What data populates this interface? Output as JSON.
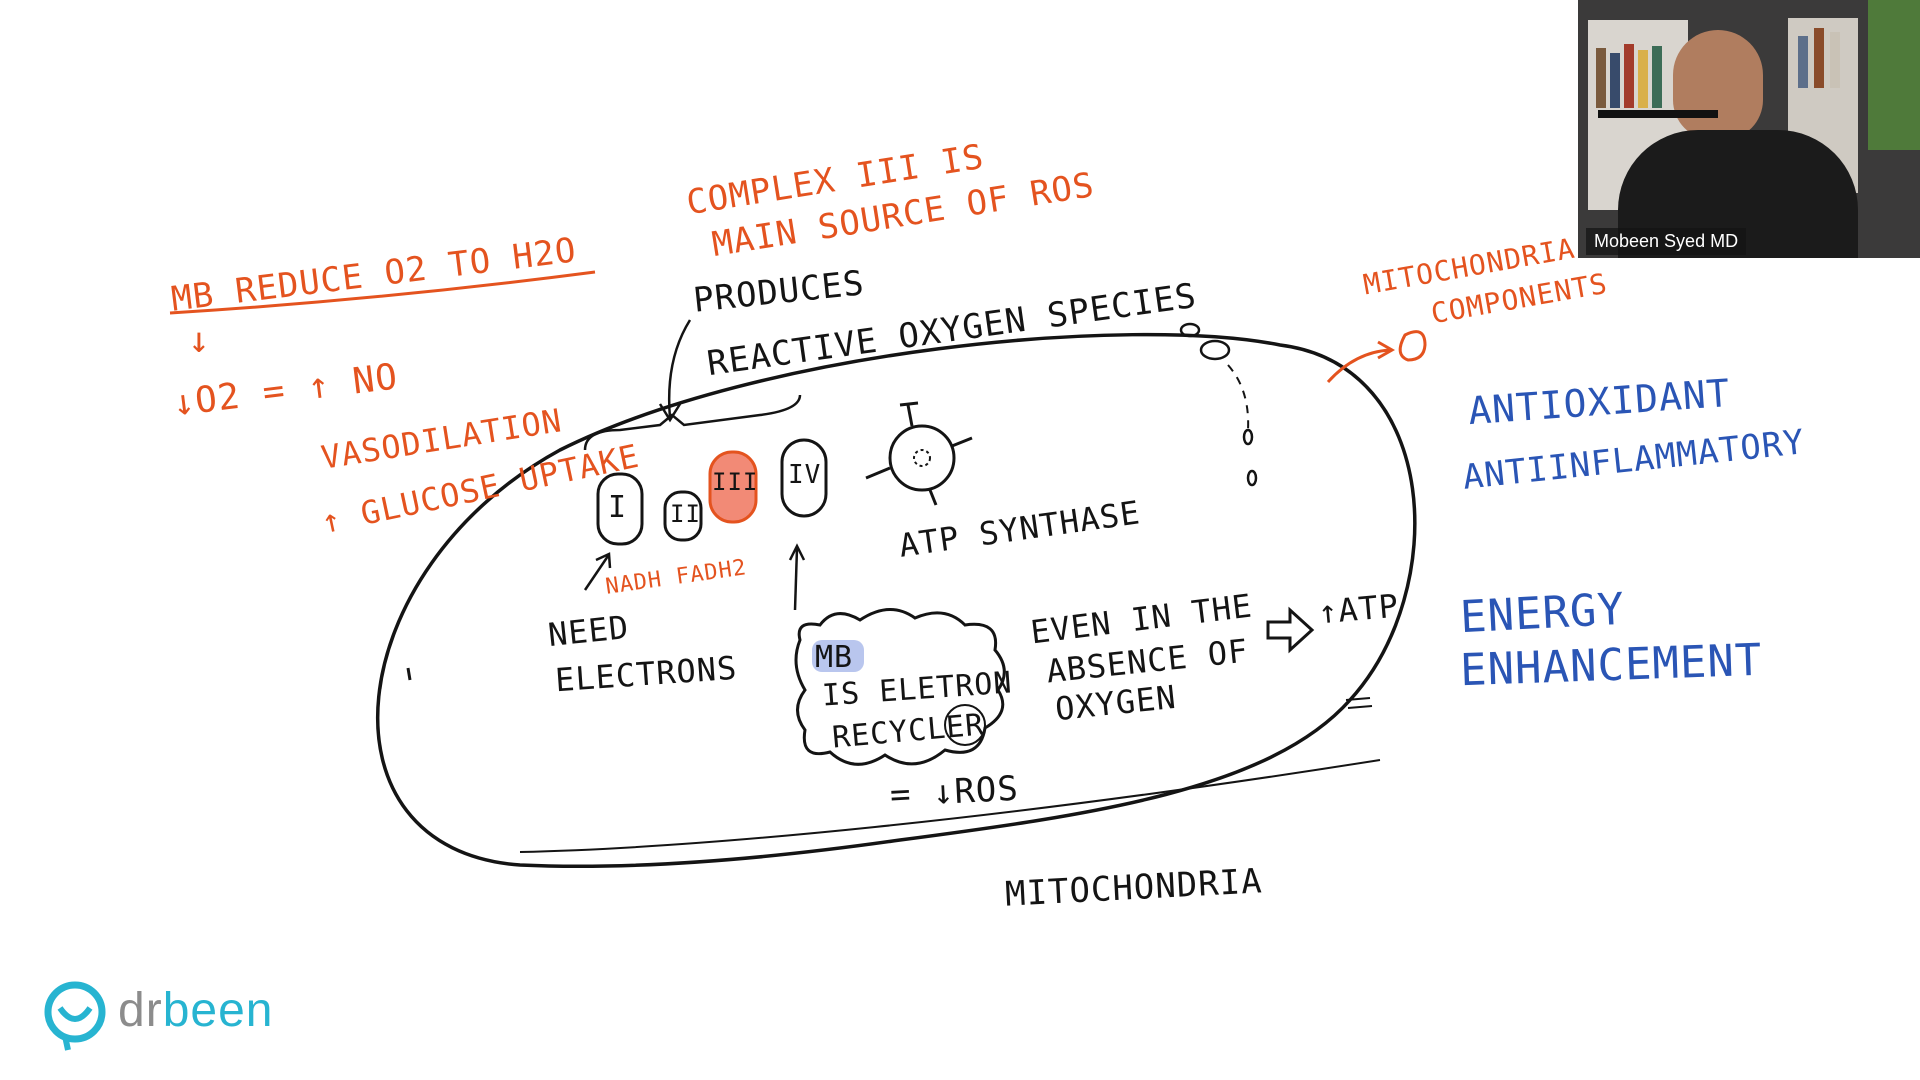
{
  "colors": {
    "orange": "#e4531f",
    "blue": "#2a55b5",
    "ink": "#141414",
    "complex3_fill": "#f28a76",
    "highlight": "#b9c6ee",
    "logo_teal": "#27b4d1",
    "logo_gray": "#8c8c8c"
  },
  "annotations": {
    "complex3_note": [
      "COMPLEX III is",
      "MAIN SOURCE OF ROS"
    ],
    "produces": [
      "PRODUCES",
      "REACTIVE OXYGEN SPECIES"
    ],
    "mb_reduce": "MB REDUCE O2 TO H2O",
    "down_arrow": "↓",
    "o2_no": "↓O2 = ↑ NO",
    "vasodilation": "VASODILATION",
    "glucose": "↑ GLUCOSE UPTAKE",
    "mito_components": [
      "MITOCHONDRIA",
      "COMPONENTS"
    ]
  },
  "diagram": {
    "complexes": [
      "I",
      "II",
      "III",
      "IV"
    ],
    "nadh": "NADH FADH2",
    "need_electrons": [
      "NEED",
      "ELECTRONS"
    ],
    "atp_synthase": "ATP SYNTHASE",
    "recycler": [
      "MB",
      "IS ELETRON",
      "RECYCLER"
    ],
    "absence": [
      "EVEN IN THE",
      "ABSENCE OF",
      "OXYGEN"
    ],
    "atp": "↑ATP",
    "ros": "= ↓ROS",
    "label": "MITOCHONDRIA"
  },
  "effects": {
    "antioxidant": "ANTIOXIDANT",
    "antiinflammatory": "ANTIINFLAMMATORY",
    "energy": [
      "ENERGY",
      "ENHANCEMENT"
    ]
  },
  "webcam": {
    "name": "Mobeen Syed MD"
  },
  "logo": {
    "dr": "dr",
    "been": "been"
  }
}
